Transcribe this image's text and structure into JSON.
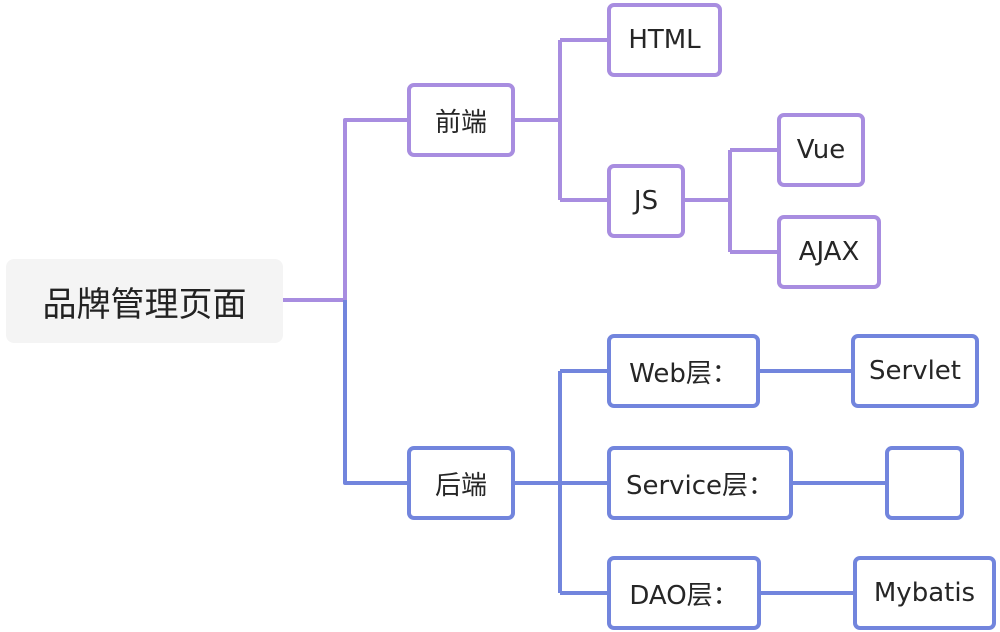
{
  "colors": {
    "frontend_branch": "#a88de0",
    "backend_branch": "#7285dd",
    "root_bg": "#f4f4f4"
  },
  "mindmap": {
    "root": "品牌管理页面",
    "frontend": {
      "label": "前端",
      "html": "HTML",
      "js": {
        "label": "JS",
        "vue": "Vue",
        "ajax": "AJAX"
      }
    },
    "backend": {
      "label": "后端",
      "web": {
        "label": "Web层：",
        "child": "Servlet"
      },
      "service": {
        "label": "Service层：",
        "child": ""
      },
      "dao": {
        "label": "DAO层：",
        "child": "Mybatis"
      }
    }
  }
}
